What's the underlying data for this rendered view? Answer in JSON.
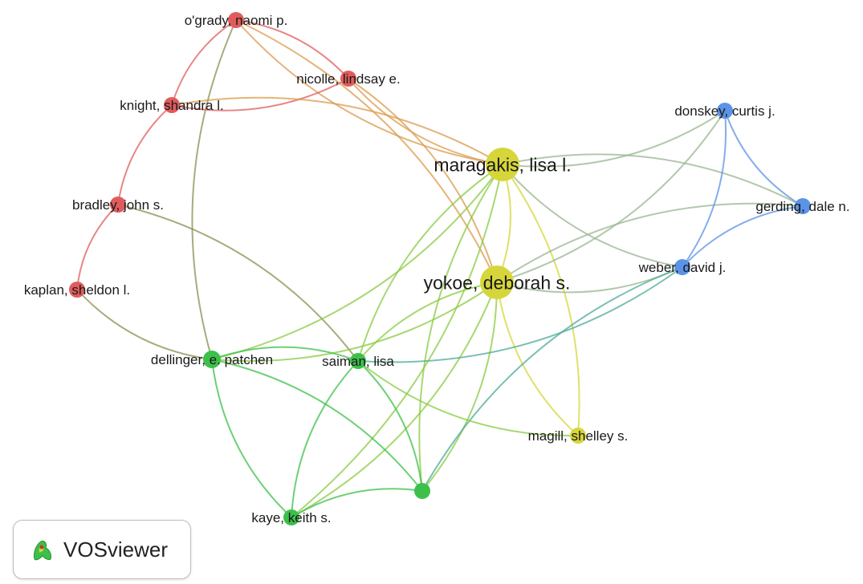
{
  "colors": {
    "red_cluster": "#e05c5c",
    "green_cluster": "#3cc04a",
    "blue_cluster": "#5b93e6",
    "yellow_cluster": "#d6d63a"
  },
  "nodes": {
    "ogrady": {
      "label": "o'grady, naomi p.",
      "cluster": "red"
    },
    "nicolle": {
      "label": "nicolle, lindsay e.",
      "cluster": "red"
    },
    "knight": {
      "label": "knight, shandra l.",
      "cluster": "red"
    },
    "bradley": {
      "label": "bradley, john s.",
      "cluster": "red"
    },
    "kaplan": {
      "label": "kaplan, sheldon l.",
      "cluster": "red"
    },
    "maragakis": {
      "label": "maragakis, lisa l.",
      "cluster": "yellow"
    },
    "yokoe": {
      "label": "yokoe, deborah s.",
      "cluster": "yellow"
    },
    "magill": {
      "label": "magill, shelley s.",
      "cluster": "yellow"
    },
    "donskey": {
      "label": "donskey, curtis j.",
      "cluster": "blue"
    },
    "gerding": {
      "label": "gerding, dale n.",
      "cluster": "blue"
    },
    "weber": {
      "label": "weber, david j.",
      "cluster": "blue"
    },
    "dellinger": {
      "label": "dellinger, e. patchen",
      "cluster": "green"
    },
    "saiman": {
      "label": "saiman, lisa",
      "cluster": "green"
    },
    "kaye": {
      "label": "kaye, keith s.",
      "cluster": "green"
    },
    "unlabeled_green": {
      "label": "",
      "cluster": "green"
    }
  },
  "links": [
    [
      "ogrady",
      "knight"
    ],
    [
      "ogrady",
      "nicolle"
    ],
    [
      "ogrady",
      "maragakis"
    ],
    [
      "ogrady",
      "yokoe"
    ],
    [
      "ogrady",
      "dellinger"
    ],
    [
      "nicolle",
      "knight"
    ],
    [
      "nicolle",
      "maragakis"
    ],
    [
      "nicolle",
      "yokoe"
    ],
    [
      "knight",
      "bradley"
    ],
    [
      "knight",
      "maragakis"
    ],
    [
      "bradley",
      "kaplan"
    ],
    [
      "bradley",
      "saiman"
    ],
    [
      "kaplan",
      "dellinger"
    ],
    [
      "maragakis",
      "yokoe"
    ],
    [
      "maragakis",
      "donskey"
    ],
    [
      "maragakis",
      "gerding"
    ],
    [
      "maragakis",
      "weber"
    ],
    [
      "maragakis",
      "dellinger"
    ],
    [
      "maragakis",
      "saiman"
    ],
    [
      "maragakis",
      "kaye"
    ],
    [
      "maragakis",
      "unlabeled_green"
    ],
    [
      "maragakis",
      "magill"
    ],
    [
      "yokoe",
      "donskey"
    ],
    [
      "yokoe",
      "gerding"
    ],
    [
      "yokoe",
      "weber"
    ],
    [
      "yokoe",
      "dellinger"
    ],
    [
      "yokoe",
      "saiman"
    ],
    [
      "yokoe",
      "kaye"
    ],
    [
      "yokoe",
      "magill"
    ],
    [
      "yokoe",
      "unlabeled_green"
    ],
    [
      "donskey",
      "gerding"
    ],
    [
      "donskey",
      "weber"
    ],
    [
      "gerding",
      "weber"
    ],
    [
      "weber",
      "saiman"
    ],
    [
      "weber",
      "unlabeled_green"
    ],
    [
      "dellinger",
      "saiman"
    ],
    [
      "dellinger",
      "kaye"
    ],
    [
      "dellinger",
      "unlabeled_green"
    ],
    [
      "saiman",
      "kaye"
    ],
    [
      "saiman",
      "unlabeled_green"
    ],
    [
      "saiman",
      "magill"
    ],
    [
      "kaye",
      "unlabeled_green"
    ]
  ],
  "logo": {
    "text": "VOSviewer"
  }
}
